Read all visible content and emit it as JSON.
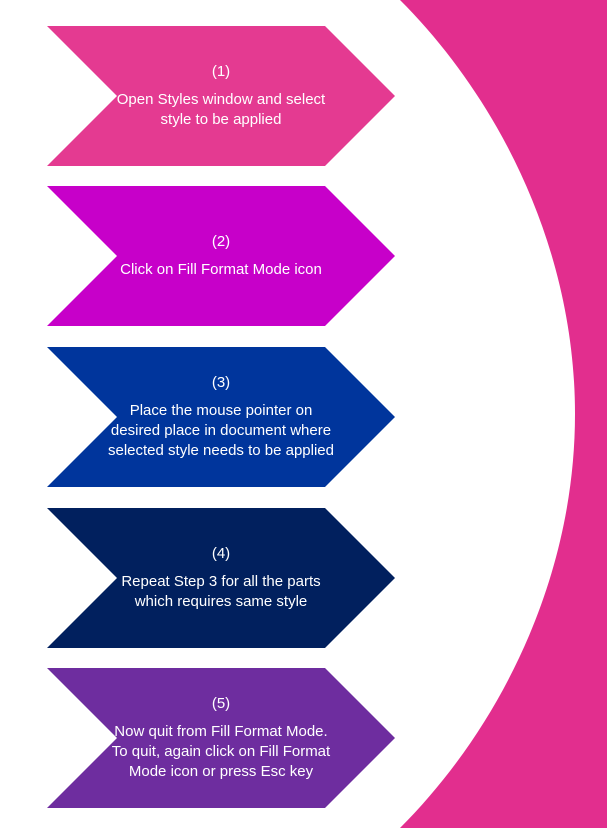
{
  "colors": {
    "arc": "#E22E8E",
    "background": "#FFFFFF",
    "text": "#FFFFFF"
  },
  "steps": [
    {
      "number": "(1)",
      "text": "Open Styles window and select style to be applied",
      "color": "#E43A91"
    },
    {
      "number": "(2)",
      "text": "Click on Fill Format Mode icon",
      "color": "#C700C9"
    },
    {
      "number": "(3)",
      "text": "Place the mouse pointer on desired place in document where selected style needs to be applied",
      "color": "#00359C"
    },
    {
      "number": "(4)",
      "text": "Repeat Step 3 for all the parts which requires same style",
      "color": "#01205E"
    },
    {
      "number": "(5)",
      "text": "Now quit from Fill Format Mode. To quit, again click on Fill Format Mode icon or press Esc key",
      "color": "#6E2D9F"
    }
  ]
}
